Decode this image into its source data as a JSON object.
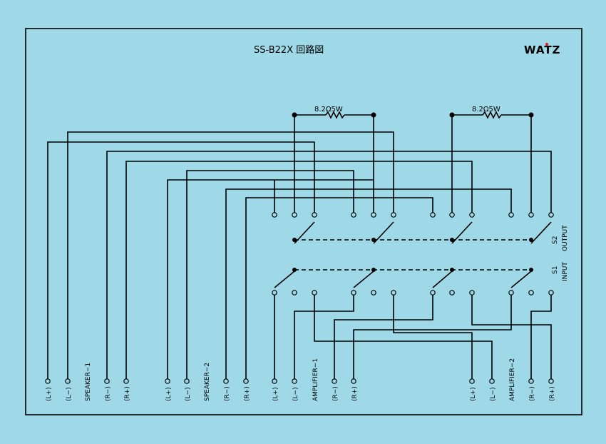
{
  "title": "SS-B22X 回路図",
  "logo_text": "WATZ",
  "resistors": [
    {
      "label": "8.2Ω5W"
    },
    {
      "label": "8.2Ω5W"
    }
  ],
  "switch_labels": {
    "s2": "S2",
    "s2_sub": "OUTPUT",
    "s1": "S1",
    "s1_sub": "INPUT"
  },
  "bottom_labels": [
    "(L+)",
    "(L−)",
    "SPEAKER−1",
    "(R−)",
    "(R+)",
    "(L+)",
    "(L−)",
    "SPEAKER−2",
    "(R−)",
    "(R+)",
    "(L+)",
    "(L−)",
    "AMPLIFIER−1",
    "(R−)",
    "(R+)",
    "(L+)",
    "(L−)",
    "AMPLIFIER−2",
    "(R−)",
    "(R+)"
  ],
  "colors": {
    "background": "#9fd9e8",
    "logo_accent": "#e02020",
    "ink": "#000000"
  }
}
